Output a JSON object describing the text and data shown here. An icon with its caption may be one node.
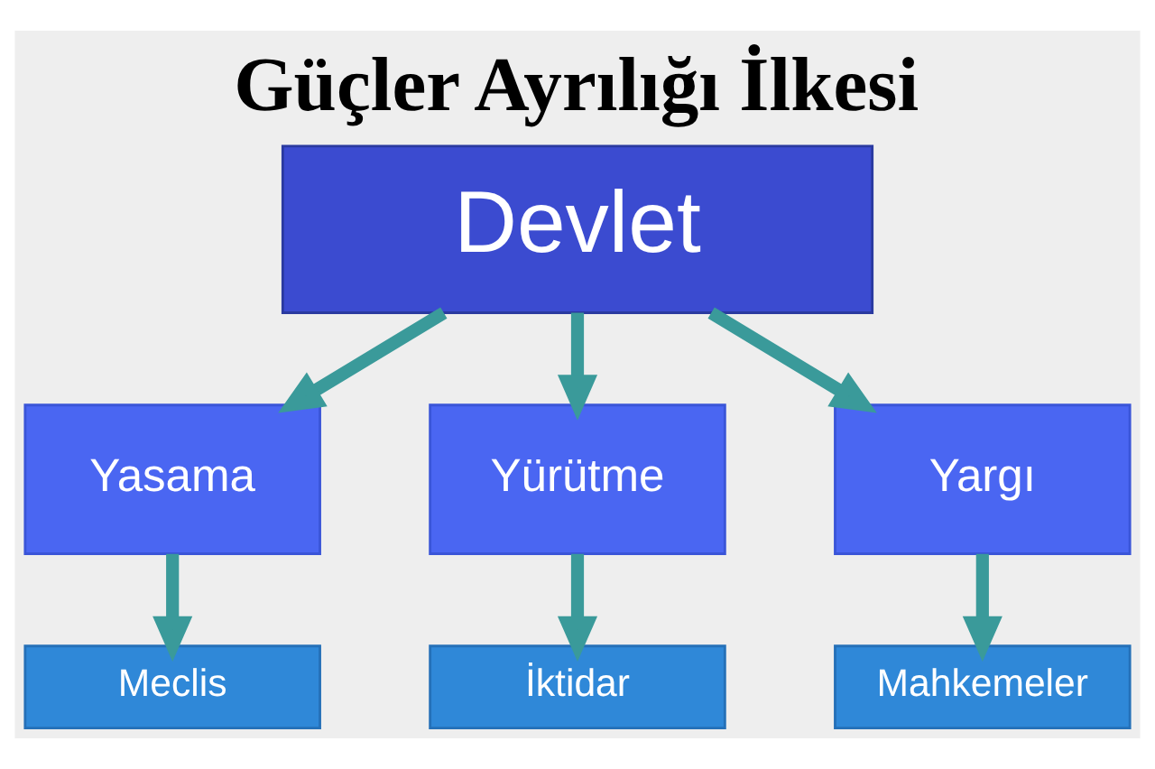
{
  "diagram": {
    "title": "Güçler Ayrılığı İlkesi",
    "nodes": [
      {
        "text": [
          "Devlet"
        ]
      },
      {
        "text": [
          "Yasama"
        ]
      },
      {
        "text": [
          "Yürütme"
        ]
      },
      {
        "text": [
          "Yargı"
        ]
      },
      {
        "text": [
          "Meclis"
        ]
      },
      {
        "text": [
          "İktidar"
        ]
      },
      {
        "text": [
          "Mahkemeler"
        ]
      }
    ],
    "edges": [
      {
        "from": 0,
        "to": 1,
        "arrow": "to"
      },
      {
        "from": 0,
        "to": 2,
        "arrow": "to"
      },
      {
        "from": 0,
        "to": 3,
        "arrow": "to"
      },
      {
        "from": 1,
        "to": 4,
        "arrow": "to"
      },
      {
        "from": 2,
        "to": 5,
        "arrow": "to"
      },
      {
        "from": 3,
        "to": 6,
        "arrow": "to"
      }
    ]
  }
}
